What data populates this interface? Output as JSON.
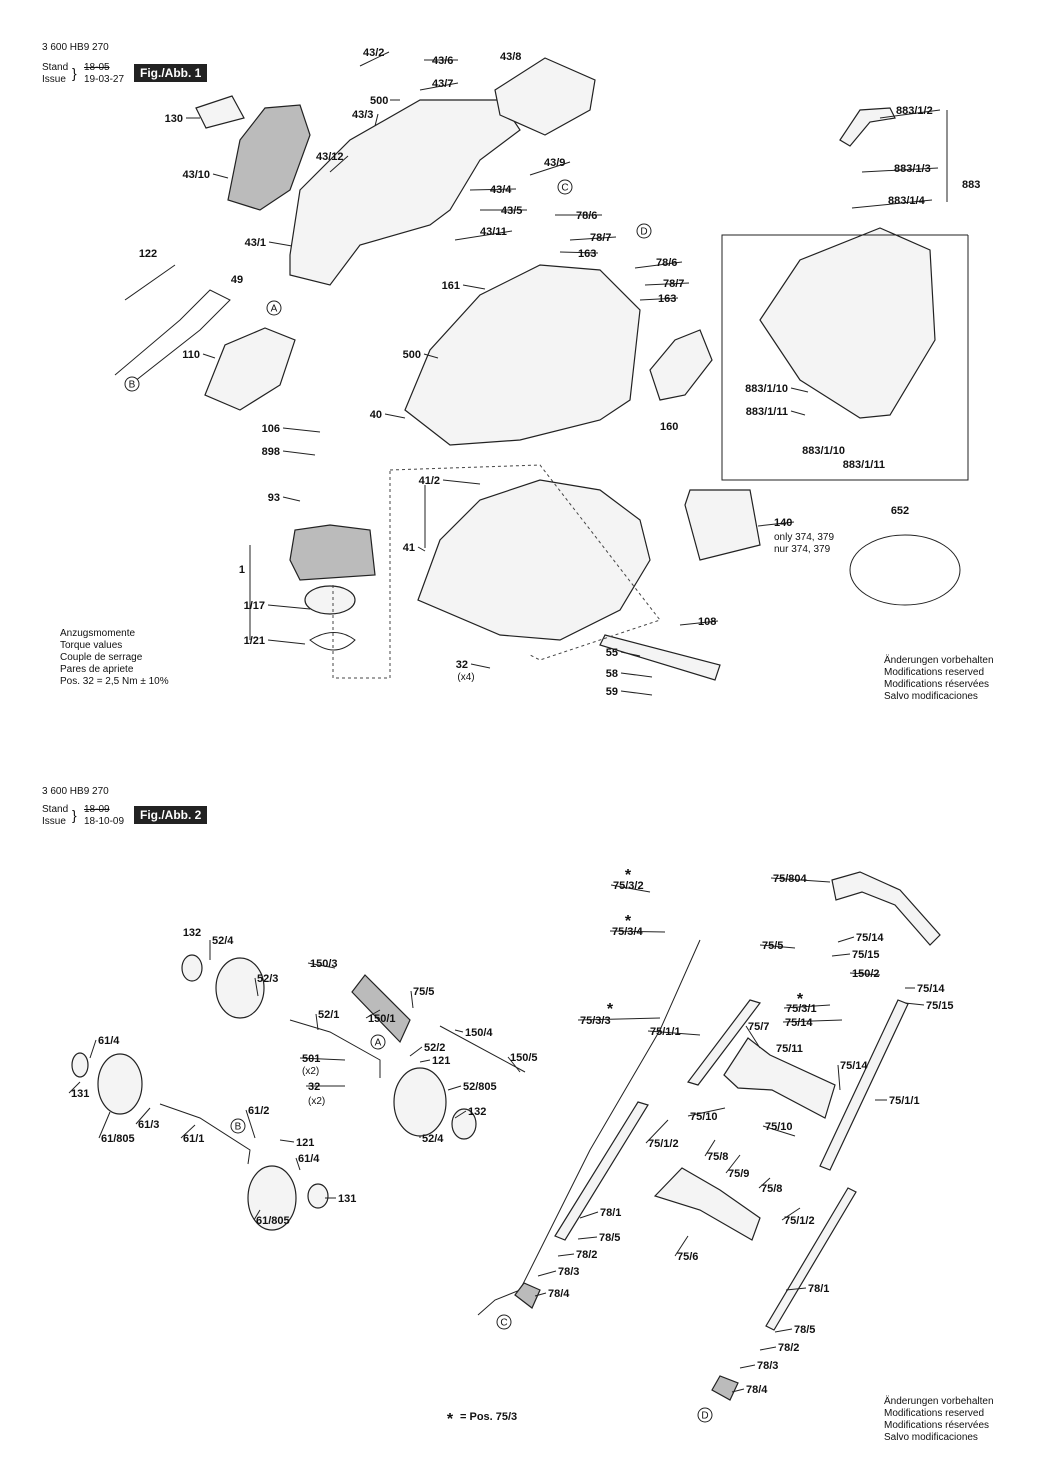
{
  "fig1": {
    "doc_no": "3 600 HB9 270",
    "stand_label": "Stand",
    "issue_label": "Issue",
    "stand_old": "18-05",
    "issue_date": "19-03-27",
    "fig_tag": "Fig./Abb. 1",
    "torque": [
      "Anzugsmomente",
      "Torque values",
      "Couple de serrage",
      "Pares de apriete",
      "Pos. 32 = 2,5 Nm  ± 10%"
    ],
    "mods": [
      "Änderungen vorbehalten",
      "Modifications reserved",
      "Modifications réservées",
      "Salvo modificaciones"
    ],
    "labels": [
      "43/2",
      "43/6",
      "43/8",
      "500",
      "43/7",
      "130",
      "43/3",
      "883/1/2",
      "43/12",
      "43/10",
      "43/9",
      "883/1/3",
      "883",
      "43/4",
      "43/5",
      "883/1/4",
      "78/6",
      "78/7",
      "43/1",
      "43/11",
      "163",
      "78/6",
      "78/7",
      "122",
      "49",
      "161",
      "163",
      "110",
      "500",
      "883/1/10",
      "883/1/11",
      "40",
      "160",
      "106",
      "883/1/10",
      "883/1/11",
      "898",
      "41/2",
      "652",
      "93",
      "140",
      "41",
      "1",
      "1/17",
      "108",
      "1/21",
      "55",
      "32",
      "58",
      "59"
    ],
    "sublabels": [
      "(x4)",
      "only 374, 379",
      "nur 374, 379"
    ],
    "letters": [
      "C",
      "D",
      "A",
      "B"
    ]
  },
  "fig2": {
    "doc_no": "3 600 HB9 270",
    "stand_label": "Stand",
    "issue_label": "Issue",
    "stand_old": "18-09",
    "issue_date": "18-10-09",
    "fig_tag": "Fig./Abb. 2",
    "mods": [
      "Änderungen vorbehalten",
      "Modifications reserved",
      "Modifications réservées",
      "Salvo modificaciones"
    ],
    "legend": "= Pos.  75/3",
    "labels": [
      "75/3/2",
      "75/804",
      "75/3/4",
      "132",
      "52/4",
      "75/14",
      "75/5",
      "75/15",
      "150/3",
      "52/3",
      "150/2",
      "75/5",
      "75/14",
      "75/3/1",
      "75/15",
      "52/1",
      "150/1",
      "75/14",
      "75/3/3",
      "75/1/1",
      "75/7",
      "150/4",
      "61/4",
      "52/2",
      "121",
      "75/11",
      "501",
      "150/5",
      "32",
      "52/805",
      "75/14",
      "131",
      "61/3",
      "75/1/1",
      "61/2",
      "132",
      "75/10",
      "61/805",
      "61/1",
      "121",
      "52/4",
      "75/10",
      "75/1/2",
      "61/4",
      "75/8",
      "75/9",
      "131",
      "75/8",
      "61/805",
      "75/1/2",
      "78/1",
      "75/6",
      "78/5",
      "78/2",
      "78/3",
      "78/4",
      "78/1",
      "78/5",
      "78/2",
      "78/3",
      "78/4"
    ],
    "sublabels": [
      "(x2)",
      "(x2)"
    ],
    "letters": [
      "A",
      "B",
      "C",
      "D"
    ]
  }
}
